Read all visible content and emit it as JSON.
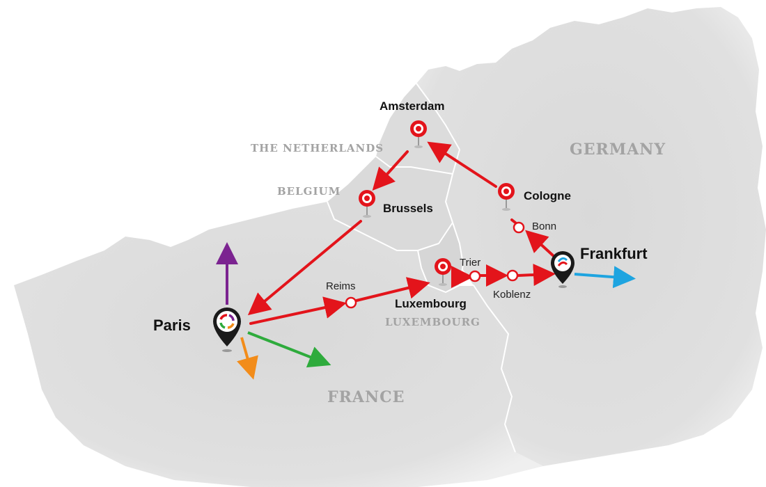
{
  "colors": {
    "land": "#dddddd",
    "border": "#ffffff",
    "route": "#e3141b",
    "arrow_purple": "#7b2390",
    "arrow_orange": "#f28c1a",
    "arrow_green": "#2eab3c",
    "arrow_blue": "#1ea4e0",
    "country_label": "#a3a3a3"
  },
  "countries": {
    "netherlands": "THE NETHERLANDS",
    "germany": "GERMANY",
    "belgium": "BELGIUM",
    "luxembourg": "LUXEMBOURG",
    "france": "FRANCE"
  },
  "cities": {
    "amsterdam": "Amsterdam",
    "brussels": "Brussels",
    "cologne": "Cologne",
    "bonn": "Bonn",
    "frankfurt": "Frankfurt",
    "trier": "Trier",
    "koblenz": "Koblenz",
    "reims": "Reims",
    "luxembourg": "Luxembourg",
    "paris": "Paris"
  },
  "icons": {
    "destination_pin": "target-pin-icon",
    "hub_pin": "hub-pin-icon",
    "waypoint": "waypoint-circle-icon"
  }
}
